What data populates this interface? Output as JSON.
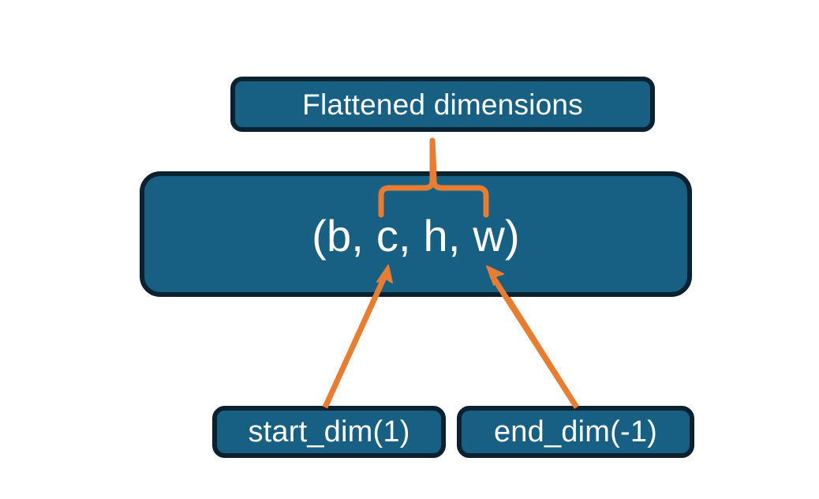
{
  "diagram": {
    "title_node": {
      "label": "Flattened dimensions",
      "name": "flattened-dimensions-node"
    },
    "shape_node": {
      "label": "(b, c, h, w)",
      "name": "tensor-shape-node"
    },
    "arg_nodes": [
      {
        "label": "start_dim(1)",
        "name": "start-dim-node"
      },
      {
        "label": "end_dim(-1)",
        "name": "end-dim-node"
      }
    ],
    "connectors": [
      {
        "name": "flattened-range-brace",
        "kind": "curly-brace-up",
        "from": "tensor-shape-node",
        "to": "flattened-dimensions-node",
        "spans_dims": "c, h, w"
      },
      {
        "name": "start-dim-arrow",
        "kind": "arrow",
        "from": "start-dim-node",
        "to": "tensor-shape-node",
        "points_at_dim": "c"
      },
      {
        "name": "end-dim-arrow",
        "kind": "arrow",
        "from": "end-dim-node",
        "to": "tensor-shape-node",
        "points_at_dim": "w"
      }
    ],
    "colors": {
      "node_fill": "#176083",
      "node_border": "#0c2130",
      "node_text": "#ffffff",
      "connector": "#e87d32",
      "background": "#ffffff"
    }
  }
}
